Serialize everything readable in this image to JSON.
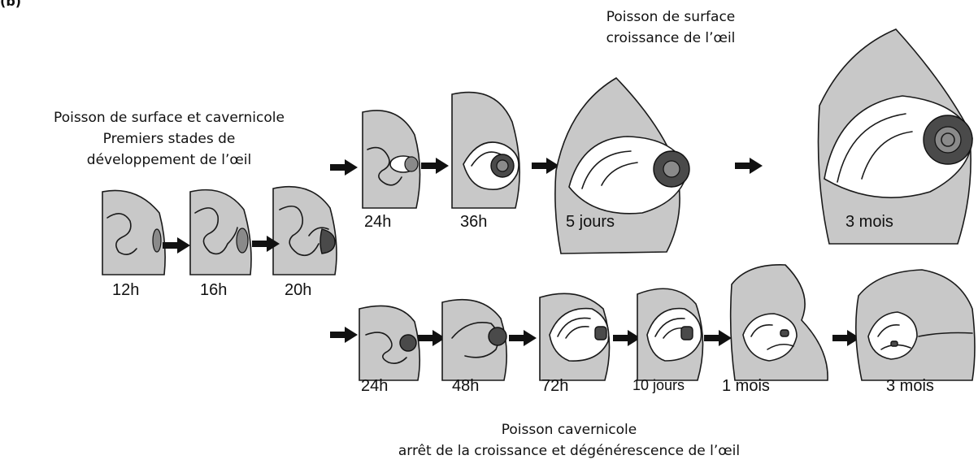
{
  "corner_mark": "(b)",
  "captions": {
    "early": [
      "Poisson de surface et cavernicole",
      "Premiers stades de",
      "développement de l’œil"
    ],
    "surface": [
      "Poisson de surface",
      "croissance de l’œil"
    ],
    "cave": [
      "Poisson cavernicole",
      "arrêt de la croissance et dégénérescence de l’œil"
    ]
  },
  "early_stages": [
    "12h",
    "16h",
    "20h"
  ],
  "surface_stages": [
    "24h",
    "36h",
    "5 jours",
    "3 mois"
  ],
  "cave_stages": [
    "24h",
    "48h",
    "72h",
    "10 jours",
    "1 mois",
    "3 mois"
  ]
}
